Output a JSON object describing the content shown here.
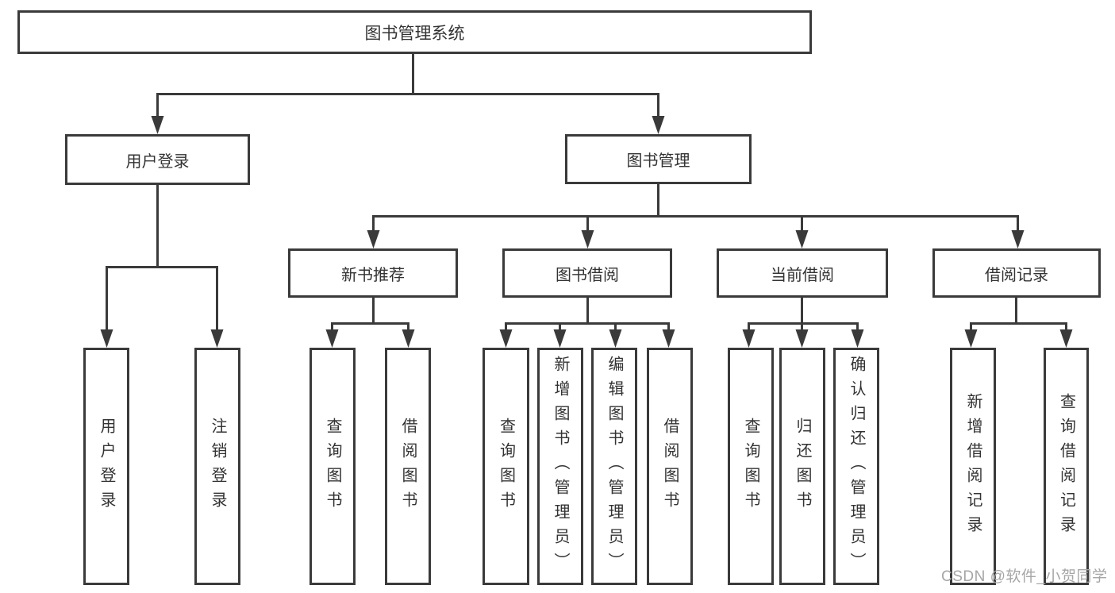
{
  "nodes": {
    "l1": [
      {
        "label": "图书管理系统"
      }
    ],
    "l2": [
      {
        "label": "用户登录"
      },
      {
        "label": "图书管理"
      }
    ],
    "l3": [
      {
        "label": "新书推荐"
      },
      {
        "label": "图书借阅"
      },
      {
        "label": "当前借阅"
      },
      {
        "label": "借阅记录"
      }
    ],
    "l4": [
      {
        "label": "用户登录"
      },
      {
        "label": "注销登录"
      },
      {
        "label": "查询图书"
      },
      {
        "label": "借阅图书"
      },
      {
        "label": "查询图书"
      },
      {
        "label": "新增图书（管理员）"
      },
      {
        "label": "编辑图书（管理员）"
      },
      {
        "label": "借阅图书"
      },
      {
        "label": "查询图书"
      },
      {
        "label": "归还图书"
      },
      {
        "label": "确认归还（管理员）"
      },
      {
        "label": "新增借阅记录"
      },
      {
        "label": "查询借阅记录"
      }
    ]
  },
  "watermark": {
    "text": "CSDN @软件_小贺同学"
  },
  "colors": {
    "line": "#3a3a3a",
    "text": "#333333",
    "watermark": "#a6a6a6",
    "background": "#ffffff"
  }
}
